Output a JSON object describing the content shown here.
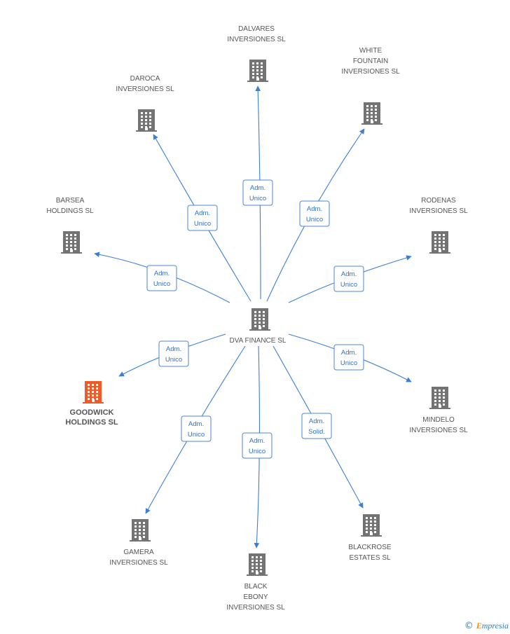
{
  "center": {
    "id": "dva",
    "label": [
      "DVA FINANCE SL"
    ]
  },
  "nodes": [
    {
      "id": "dalvares",
      "label": [
        "DALVARES",
        "INVERSIONES SL"
      ],
      "highlight": false
    },
    {
      "id": "white",
      "label": [
        "WHITE",
        "FOUNTAIN",
        "INVERSIONES SL"
      ],
      "highlight": false
    },
    {
      "id": "daroca",
      "label": [
        "DAROCA",
        "INVERSIONES SL"
      ],
      "highlight": false
    },
    {
      "id": "barsea",
      "label": [
        "BARSEA",
        "HOLDINGS SL"
      ],
      "highlight": false
    },
    {
      "id": "rodenas",
      "label": [
        "RODENAS",
        "INVERSIONES SL"
      ],
      "highlight": false
    },
    {
      "id": "goodwick",
      "label": [
        "GOODWICK",
        "HOLDINGS SL"
      ],
      "highlight": true
    },
    {
      "id": "mindelo",
      "label": [
        "MINDELO",
        "INVERSIONES SL"
      ],
      "highlight": false
    },
    {
      "id": "gamera",
      "label": [
        "GAMERA",
        "INVERSIONES SL"
      ],
      "highlight": false
    },
    {
      "id": "black",
      "label": [
        "BLACK",
        "EBONY",
        "INVERSIONES SL"
      ],
      "highlight": false
    },
    {
      "id": "blackrose",
      "label": [
        "BLACKROSE",
        "ESTATES SL"
      ],
      "highlight": false
    }
  ],
  "edges": [
    {
      "to": "dalvares",
      "label": [
        "Adm.",
        "Unico"
      ]
    },
    {
      "to": "white",
      "label": [
        "Adm.",
        "Unico"
      ]
    },
    {
      "to": "daroca",
      "label": [
        "Adm.",
        "Unico"
      ]
    },
    {
      "to": "barsea",
      "label": [
        "Adm.",
        "Unico"
      ]
    },
    {
      "to": "rodenas",
      "label": [
        "Adm.",
        "Unico"
      ]
    },
    {
      "to": "goodwick",
      "label": [
        "Adm.",
        "Unico"
      ]
    },
    {
      "to": "mindelo",
      "label": [
        "Adm.",
        "Unico"
      ]
    },
    {
      "to": "gamera",
      "label": [
        "Adm.",
        "Unico"
      ]
    },
    {
      "to": "black",
      "label": [
        "Adm.",
        "Unico"
      ]
    },
    {
      "to": "blackrose",
      "label": [
        "Adm.",
        "Solid."
      ]
    }
  ],
  "colors": {
    "building": "#737373",
    "highlight": "#f05a28",
    "edge": "#3b7fd4"
  },
  "footer": {
    "copyright": "©",
    "brand_first": "E",
    "brand_rest": "mpresia"
  }
}
